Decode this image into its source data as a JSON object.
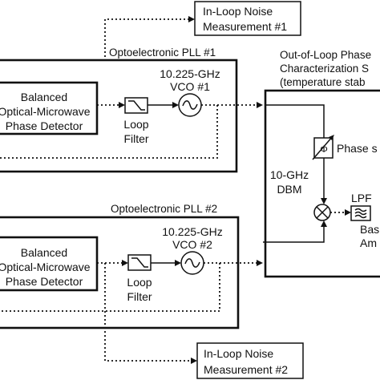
{
  "diagram": {
    "top_measurement": {
      "line1": "In-Loop Noise",
      "line2": "Measurement #1"
    },
    "bottom_measurement": {
      "line1": "In-Loop Noise",
      "line2": "Measurement #2"
    },
    "pll1": {
      "title": "Optoelectronic PLL #1",
      "detector": {
        "line1": "Balanced",
        "line2": "Optical-Microwave",
        "line3": "Phase Detector"
      },
      "filter": {
        "line1": "Loop",
        "line2": "Filter"
      },
      "vco": {
        "line1": "10.225-GHz",
        "line2": "VCO #1"
      }
    },
    "pll2": {
      "title": "Optoelectronic PLL #2",
      "detector": {
        "line1": "Balanced",
        "line2": "Optical-Microwave",
        "line3": "Phase Detector"
      },
      "filter": {
        "line1": "Loop",
        "line2": "Filter"
      },
      "vco": {
        "line1": "10.225-GHz",
        "line2": "VCO #2"
      }
    },
    "out_of_loop": {
      "title_line1": "Out-of-Loop Phase",
      "title_line2": "Characterization S",
      "title_line3": "(temperature stab",
      "phase_shifter": "Phase s",
      "phase_symbol": "Φ",
      "dbm_line1": "10-GHz",
      "dbm_line2": "DBM",
      "lpf": "LPF",
      "baseband_line1": "Bas",
      "baseband_line2": "Am"
    }
  }
}
